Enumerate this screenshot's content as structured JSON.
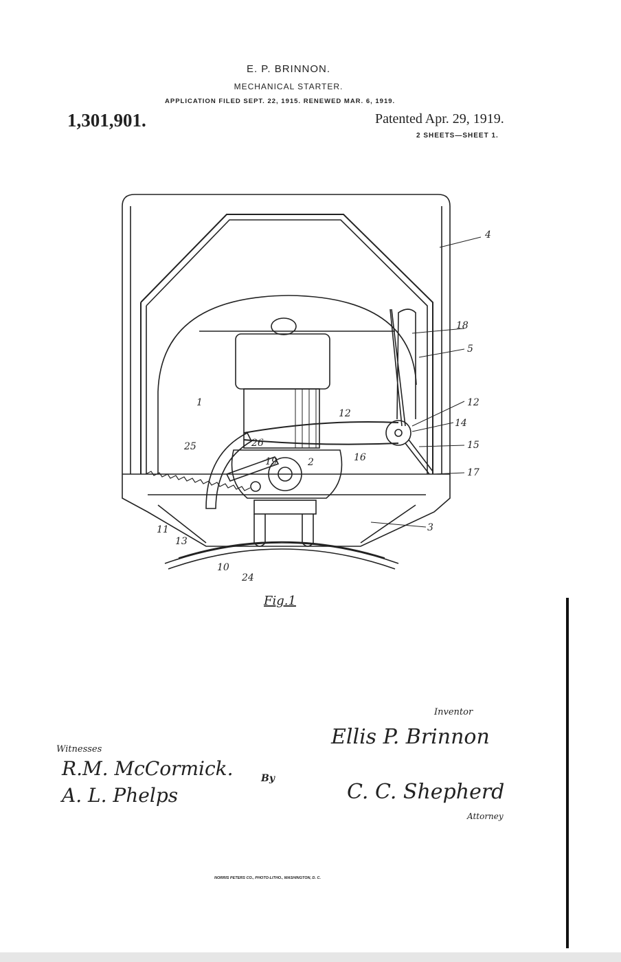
{
  "header": {
    "inventor": "E. P. BRINNON.",
    "title": "MECHANICAL STARTER.",
    "application": "APPLICATION FILED SEPT. 22, 1915.  RENEWED MAR. 6, 1919.",
    "patent_number": "1,301,901.",
    "patented": "Patented Apr. 29, 1919.",
    "sheets": "2 SHEETS—SHEET 1."
  },
  "figure": {
    "caption": "Fig.1",
    "labels": [
      "1",
      "2",
      "3",
      "4",
      "5",
      "10",
      "11",
      "12",
      "12",
      "13",
      "14",
      "15",
      "16",
      "17",
      "18",
      "19",
      "24",
      "25",
      "26"
    ]
  },
  "footer": {
    "witnesses_label": "Witnesses",
    "witness_1": "R.M. McCormick.",
    "witness_2": "A. L. Phelps",
    "by_label": "By",
    "inventor_label": "Inventor",
    "inventor_signature": "Ellis P. Brinnon",
    "attorney_signature": "C. C. Shepherd",
    "attorney_label": "Attorney",
    "printer": "NORRIS PETERS CO., PHOTO-LITHO., WASHINGTON, D. C."
  }
}
